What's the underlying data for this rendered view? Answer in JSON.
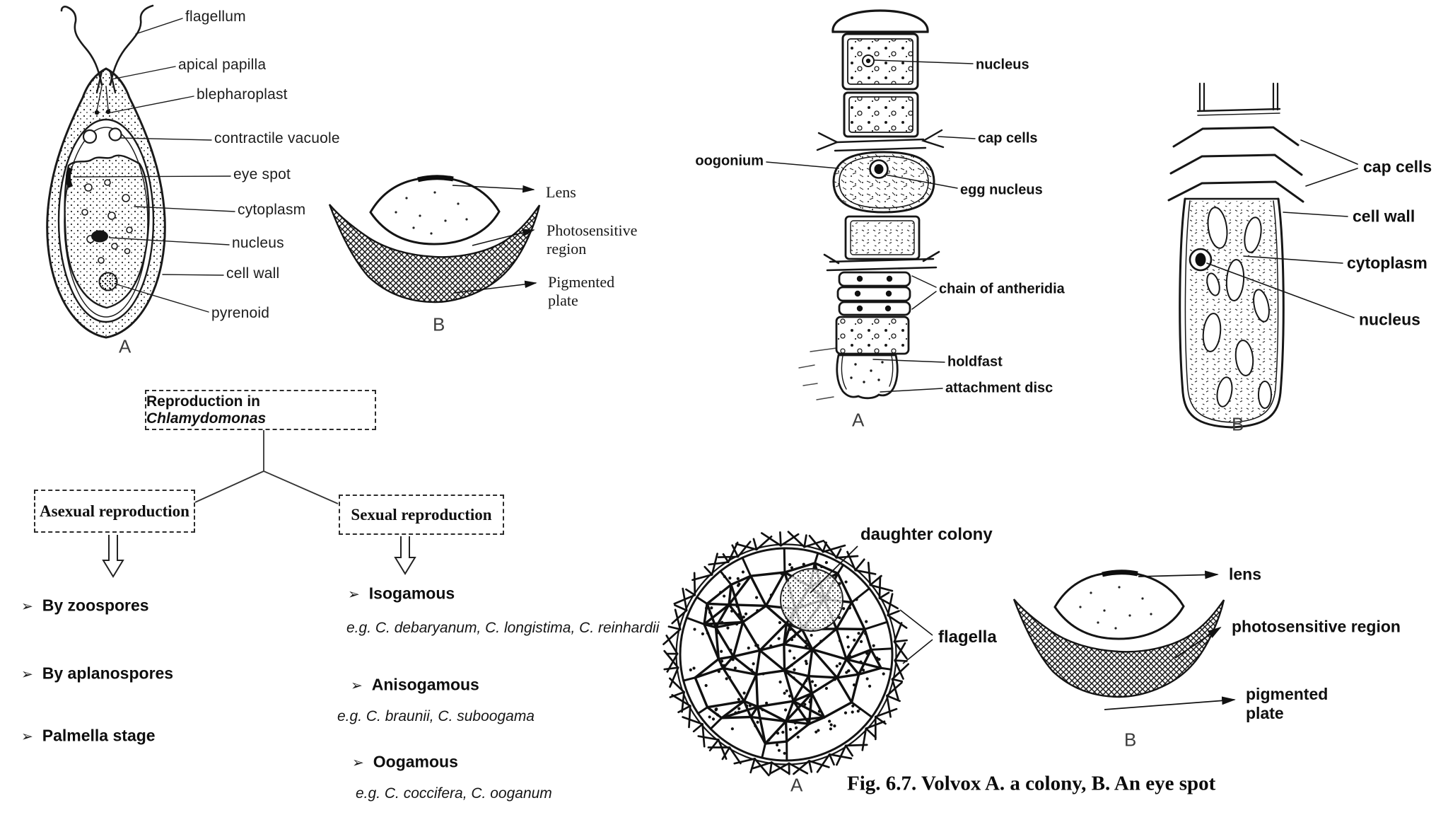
{
  "chlamydomonas": {
    "labels": {
      "flagellum": "flagellum",
      "apical_papilla": "apical papilla",
      "blepharoplast": "blepharoplast",
      "contractile_vacuole": "contractile vacuole",
      "eye_spot": "eye spot",
      "cytoplasm": "cytoplasm",
      "nucleus": "nucleus",
      "cell_wall": "cell wall",
      "pyrenoid": "pyrenoid"
    },
    "panel_letter": "A",
    "eyespot": {
      "lens": "Lens",
      "photosensitive": "Photosensitive region",
      "pigmented": "Pigmented plate",
      "panel_letter": "B"
    }
  },
  "flowchart": {
    "bullet": "➢",
    "root_prefix": "Reproduction in ",
    "root_species": "Chlamydomonas",
    "asexual": {
      "title": "Asexual reproduction",
      "items": [
        "By zoospores",
        "By  aplanospores",
        "Palmella stage"
      ]
    },
    "sexual": {
      "title": "Sexual reproduction",
      "items": [
        {
          "name": "Isogamous",
          "example": "e.g. C. debaryanum, C. longistima,  C. reinhardii"
        },
        {
          "name": "Anisogamous",
          "example": "e.g. C. braunii, C. suboogama"
        },
        {
          "name": "Oogamous",
          "example": "e.g. C. coccifera, C. ooganum"
        }
      ]
    }
  },
  "oedogonium": {
    "filament_labels": {
      "nucleus": "nucleus",
      "cap_cells": "cap cells",
      "oogonium": "oogonium",
      "egg_nucleus": "egg nucleus",
      "chain_of_antheridia": "chain of antheridia",
      "holdfast": "holdfast",
      "attachment_disc": "attachment disc"
    },
    "panel_letter_a": "A",
    "cell_labels": {
      "cap_cells": "cap cells",
      "cell_wall": "cell wall",
      "cytoplasm": "cytoplasm",
      "nucleus": "nucleus"
    },
    "panel_letter_b": "B"
  },
  "volvox": {
    "labels": {
      "daughter_colony": "daughter colony",
      "flagella": "flagella"
    },
    "panel_letter_a": "A",
    "eyespot": {
      "lens": "lens",
      "photosensitive": "photosensitive region",
      "pigmented": "pigmented plate",
      "panel_letter": "B"
    },
    "caption": "Fig. 6.7. Volvox A. a colony, B. An eye spot"
  }
}
